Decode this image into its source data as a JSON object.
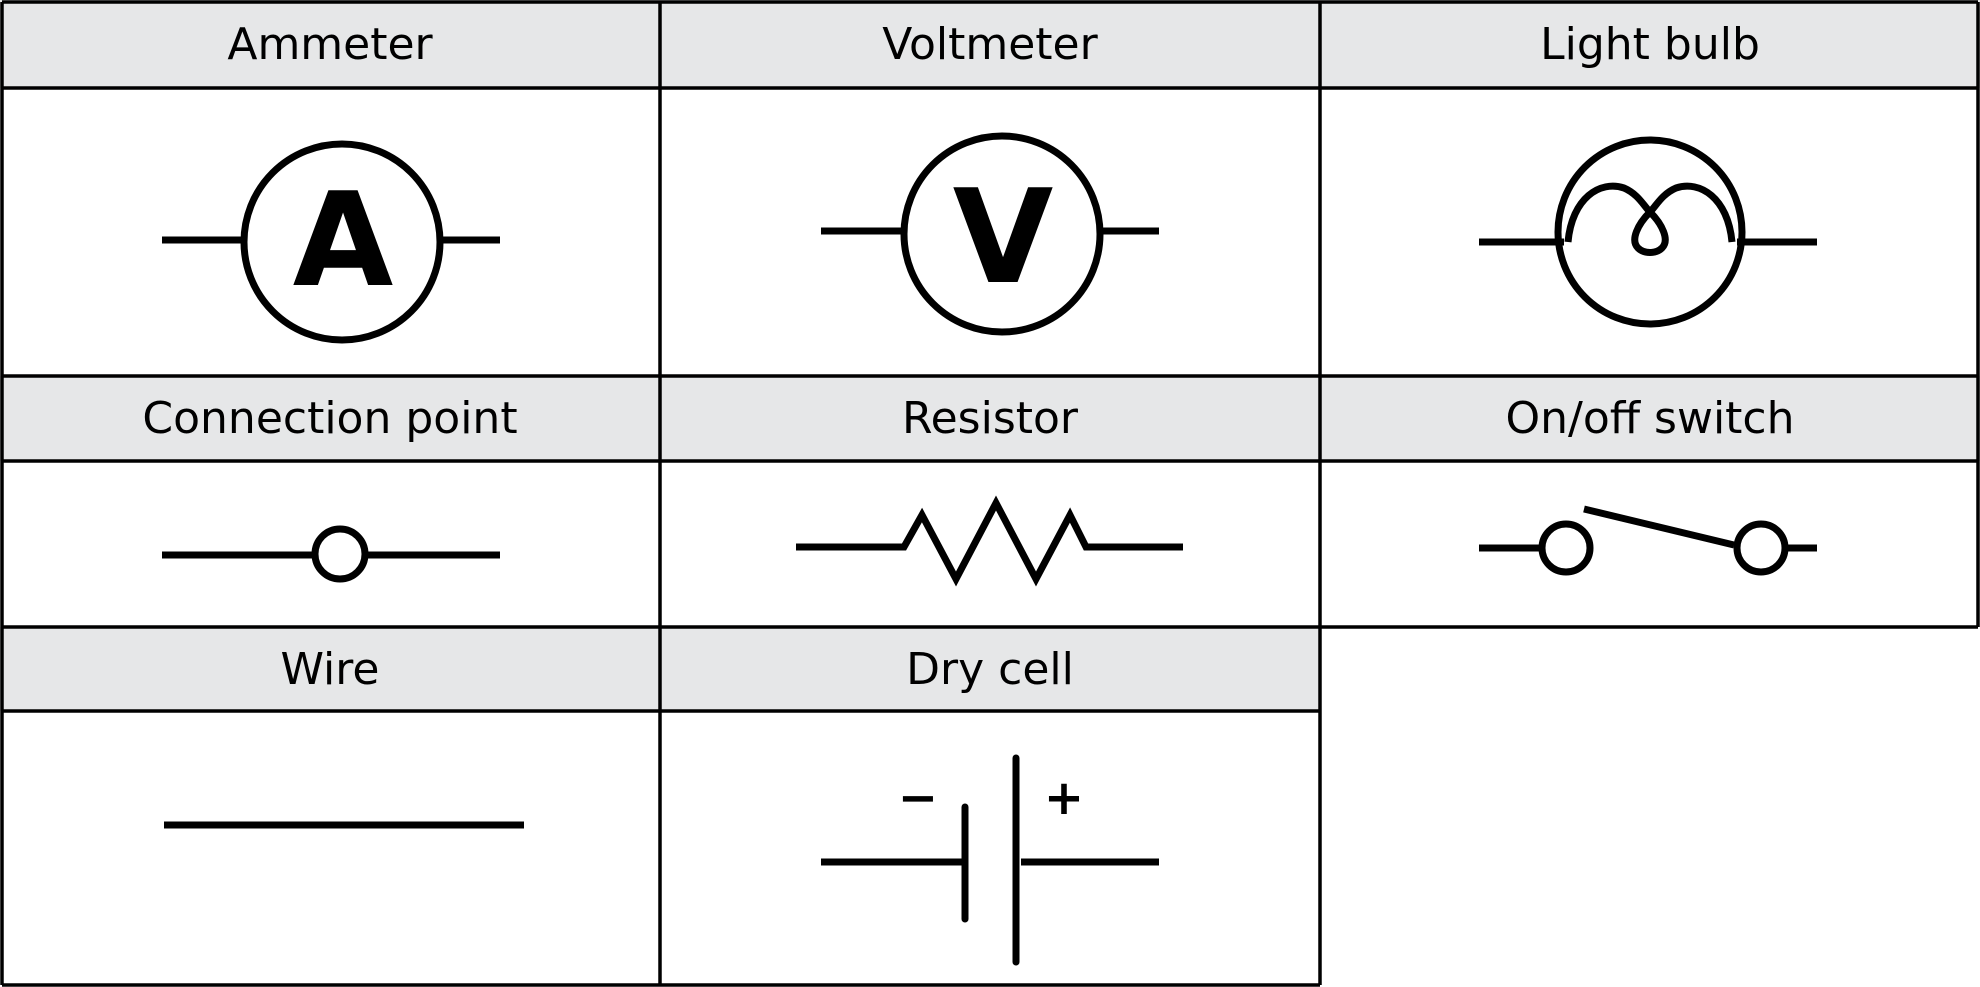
{
  "symbols": [
    {
      "label": "Ammeter",
      "icon": "ammeter-icon",
      "letter": "A"
    },
    {
      "label": "Voltmeter",
      "icon": "voltmeter-icon",
      "letter": "V"
    },
    {
      "label": "Light bulb",
      "icon": "light-bulb-icon"
    },
    {
      "label": "Connection point",
      "icon": "connection-point-icon"
    },
    {
      "label": "Resistor",
      "icon": "resistor-icon"
    },
    {
      "label": "On/off switch",
      "icon": "switch-icon"
    },
    {
      "label": "Wire",
      "icon": "wire-icon"
    },
    {
      "label": "Dry cell",
      "icon": "dry-cell-icon",
      "minus": "−",
      "plus": "+"
    }
  ],
  "colors": {
    "header_bg": "#e6e7e8",
    "line": "#000000",
    "background": "#ffffff"
  }
}
